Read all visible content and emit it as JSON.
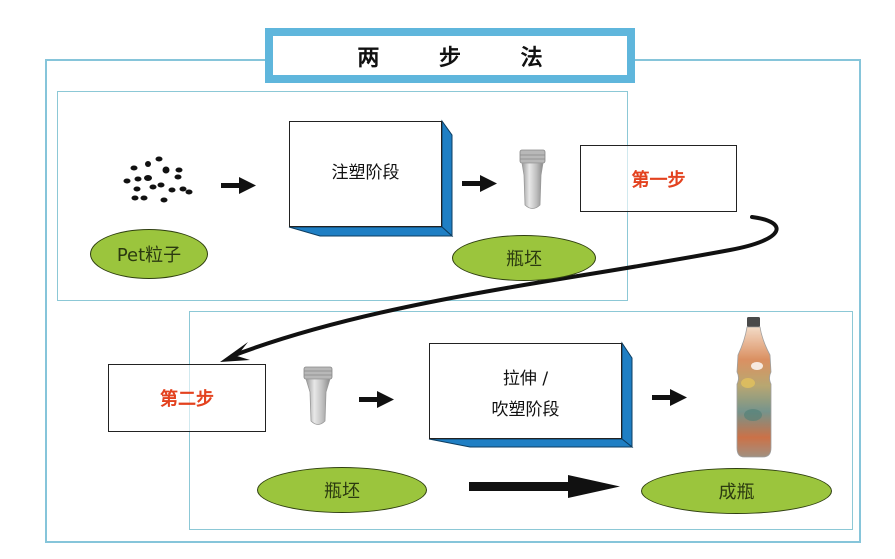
{
  "title": "两 步 法",
  "step_one": {
    "label": "第一步",
    "raw_material": "Pet粒子",
    "stage": "注塑阶段",
    "output": "瓶坯"
  },
  "step_two": {
    "label": "第二步",
    "input": "瓶坯",
    "stage_line1": "拉伸 /",
    "stage_line2": "吹塑阶段",
    "output": "成瓶"
  },
  "icons": {
    "pellets": "pet-pellets-icon",
    "preform": "bottle-preform-icon",
    "bottle": "finished-bottle-icon"
  },
  "colors": {
    "frame": "#86c5da",
    "title_border": "#5fb6dc",
    "ellipse_fill": "#9bc53d",
    "step_text": "#e3421f",
    "stage_side": "#1f7fc4"
  }
}
